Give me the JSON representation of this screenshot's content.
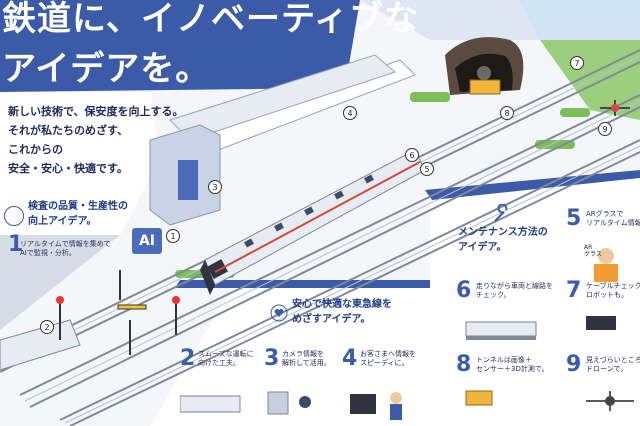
{
  "headline": {
    "line1": "鉄道に、イノベーティブな",
    "line2": "アイデアを。"
  },
  "lead": {
    "line1": "新しい技術で、保安度を向上する。",
    "line2": "それが私たちのめざす、",
    "line3": "これからの",
    "line4": "安全・安心・快適です。"
  },
  "section1": {
    "title_line1": "検査の品質・生産性の",
    "title_line2": "向上アイデア。",
    "num": "1",
    "desc_line1": "リアルタイムで情報を集めて",
    "desc_line2": "AIで監視・分析。",
    "ai_label": "AI"
  },
  "section_maint": {
    "title_line1": "メンテナンス方法の",
    "title_line2": "アイデア。"
  },
  "section_comfort": {
    "title_line1": "安心で快適な東急線を",
    "title_line2": "めざすアイデア。"
  },
  "items": [
    {
      "num": "2",
      "line1": "スムーズな運転に",
      "line2": "向けた工夫。"
    },
    {
      "num": "3",
      "line1": "カメラ情報を",
      "line2": "解析して活用。"
    },
    {
      "num": "4",
      "line1": "お客さまへ情報を",
      "line2": "スピーディに。"
    },
    {
      "num": "5",
      "line1": "ARグラスで",
      "line2": "リアルタイム情報"
    },
    {
      "num": "6",
      "line1": "走りながら車両と線路を",
      "line2": "チェック。"
    },
    {
      "num": "7",
      "line1": "ケーブルチェック",
      "line2": "ロボットも。"
    },
    {
      "num": "8",
      "line1": "トンネルは画像＋",
      "line2": "センサー＋3D計測で。"
    },
    {
      "num": "9",
      "line1": "見えづらいところ",
      "line2": "ドローンで。"
    }
  ],
  "ar_label": "AR\nグラス",
  "map_markers": [
    "1",
    "2",
    "3",
    "4",
    "5",
    "6",
    "7",
    "8",
    "9"
  ],
  "colors": {
    "blue": "#3b5aa8",
    "navy": "#1f3a86",
    "track": "#7d8a9a",
    "train": "#e7ebf2",
    "green": "#7bbf5a"
  }
}
